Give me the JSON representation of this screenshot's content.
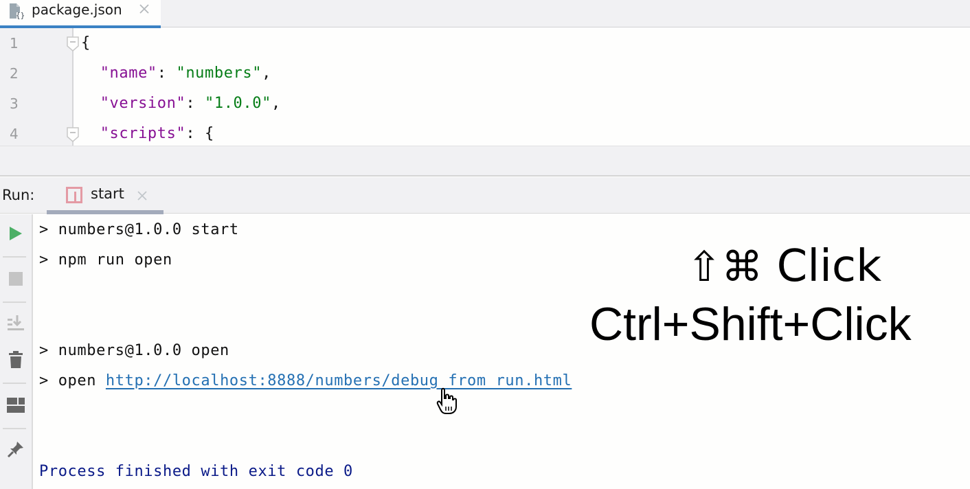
{
  "editor_tab": {
    "label": "package.json",
    "icon": "json-file-icon",
    "close_icon": "close-icon",
    "accent_color": "#3b82c4"
  },
  "editor": {
    "line_numbers": [
      "1",
      "2",
      "3",
      "4"
    ],
    "lines": [
      {
        "open": "{"
      },
      {
        "indent": "  ",
        "key": "\"name\"",
        "sep": ": ",
        "value": "\"numbers\"",
        "tail": ","
      },
      {
        "indent": "  ",
        "key": "\"version\"",
        "sep": ": ",
        "value": "\"1.0.0\"",
        "tail": ","
      },
      {
        "indent": "  ",
        "key": "\"scripts\"",
        "sep": ": ",
        "tail": "{"
      }
    ],
    "key_color": "#871094",
    "string_color": "#067d17"
  },
  "run_panel": {
    "label": "Run:",
    "tab": {
      "label": "start",
      "icon": "npm-icon",
      "close_icon": "close-icon"
    },
    "toolbar": [
      {
        "name": "rerun-button",
        "icon": "play-icon",
        "color": "#4caf66"
      },
      {
        "name": "stop-button",
        "icon": "stop-icon"
      },
      {
        "name": "scroll-to-end-button",
        "icon": "scroll-to-end-icon"
      },
      {
        "name": "clear-all-button",
        "icon": "trash-icon"
      },
      {
        "name": "layout-button",
        "icon": "layout-icon"
      },
      {
        "name": "pin-tab-button",
        "icon": "pin-icon"
      }
    ]
  },
  "console": {
    "lines": [
      "> numbers@1.0.0 start",
      "> npm run open",
      "> numbers@1.0.0 open"
    ],
    "open_prefix": "> open ",
    "link": "http://localhost:8888/numbers/debug_from_run.html",
    "exit_message": "Process finished with exit code 0",
    "link_color": "#2470b3",
    "exit_color": "#0a1a88"
  },
  "overlay": {
    "mac_shortcut_symbols": "⇧⌘",
    "mac_shortcut_action": "Click",
    "win_shortcut": "Ctrl+Shift+Click"
  }
}
